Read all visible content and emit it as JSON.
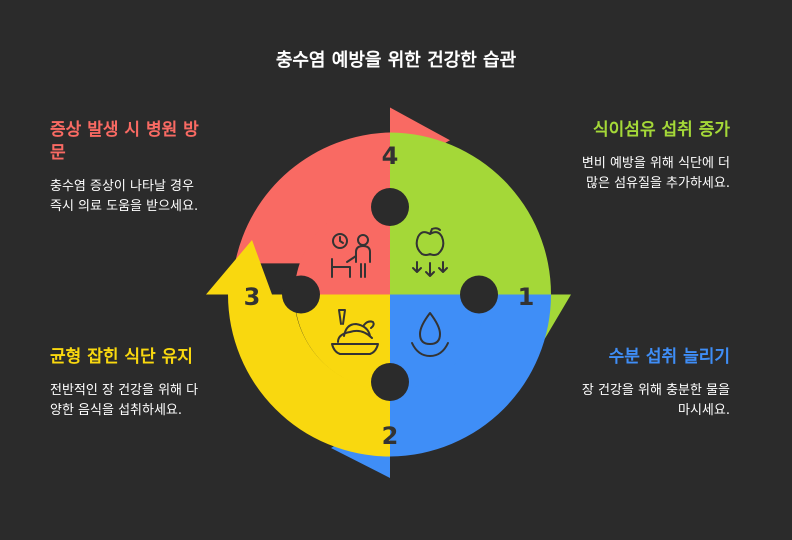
{
  "title": "충수염 예방을 위한 건강한 습관",
  "colors": {
    "background": "#2b2b2b",
    "red": "#f96a63",
    "green": "#a4d838",
    "blue": "#3f8ef7",
    "yellow": "#f9d80f"
  },
  "steps": [
    {
      "number": "1",
      "title": "식이섬유 섭취 증가",
      "description": "변비 예방을 위해 식단에 더 많은 섬유질을 추가하세요.",
      "icon": "apple-icon"
    },
    {
      "number": "2",
      "title": "수분 섭취 늘리기",
      "description": "장 건강을 위해 충분한 물을 마시세요.",
      "icon": "water-drop-icon"
    },
    {
      "number": "3",
      "title": "균형 잡힌 식단 유지",
      "description": "전반적인 장 건강을 위해 다양한 음식을 섭취하세요.",
      "icon": "roast-chicken-icon"
    },
    {
      "number": "4",
      "title": "증상 발생 시 병원 방문",
      "description": "충수염 증상이 나타날 경우 즉시 의료 도움을 받으세요.",
      "icon": "waiting-patient-icon"
    }
  ]
}
